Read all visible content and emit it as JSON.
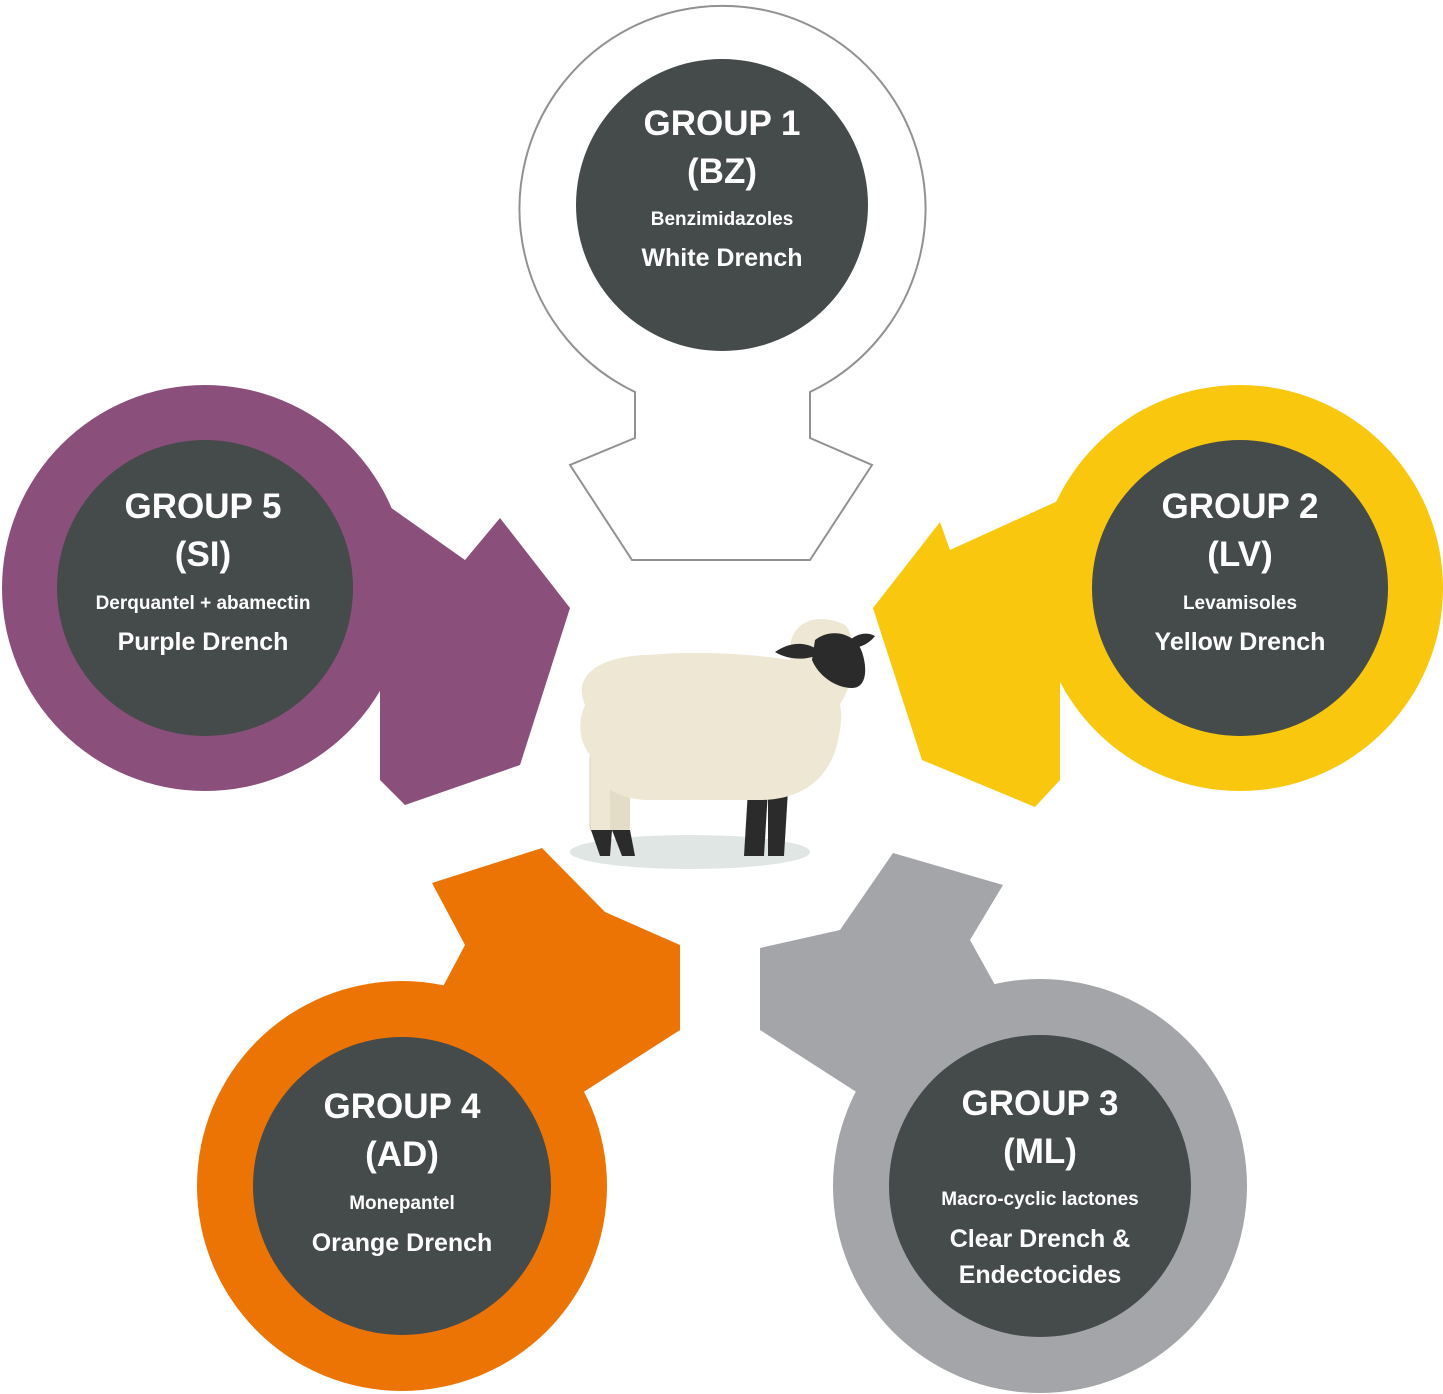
{
  "colors": {
    "group1_ring": "#ffffff",
    "group1_outline": "#8f9193",
    "group2_ring": "#f9c80e",
    "group3_ring": "#a3a5a8",
    "group4_ring": "#ec7404",
    "group5_ring": "#8a4f7a",
    "inner_circle": "#454a4a",
    "text": "#ffffff",
    "sheep_wool": "#ede7d3",
    "sheep_face": "#2b2b2b",
    "shadow": "#dfe6e4"
  },
  "groups": [
    {
      "title": "GROUP 1",
      "code": "(BZ)",
      "chemical": "Benzimidazoles",
      "drench": [
        "White Drench"
      ]
    },
    {
      "title": "GROUP 2",
      "code": "(LV)",
      "chemical": "Levamisoles",
      "drench": [
        "Yellow Drench"
      ]
    },
    {
      "title": "GROUP 3",
      "code": "(ML)",
      "chemical": "Macro-cyclic lactones",
      "drench": [
        "Clear Drench &",
        "Endectocides"
      ]
    },
    {
      "title": "GROUP 4",
      "code": "(AD)",
      "chemical": "Monepantel",
      "drench": [
        "Orange Drench"
      ]
    },
    {
      "title": "GROUP 5",
      "code": "(SI)",
      "chemical": "Derquantel + abamectin",
      "drench": [
        "Purple Drench"
      ]
    }
  ],
  "center_icon": "sheep-icon"
}
